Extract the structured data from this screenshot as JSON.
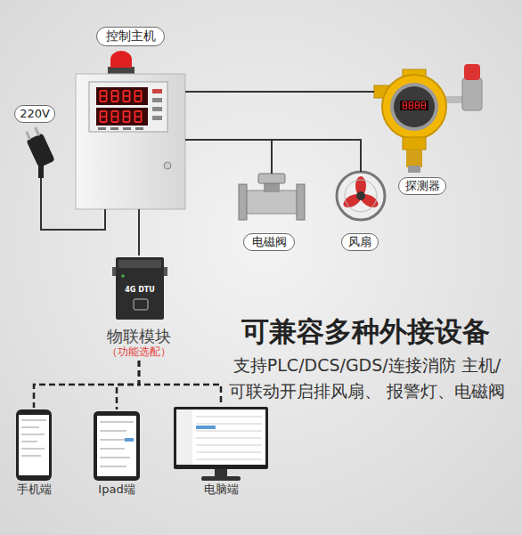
{
  "diagram": {
    "title": "可兼容多种外接设备",
    "caption": "支持PLC/DCS/GDS/连接消防 主机/可联动开启排风扇、 报警灯、电磁阀",
    "nodes": [
      {
        "text": [
          "控制主机"
        ]
      },
      {
        "text": [
          "220V"
        ]
      },
      {
        "text": [
          "探测器"
        ]
      },
      {
        "text": [
          "电磁阀"
        ]
      },
      {
        "text": [
          "风扇"
        ]
      },
      {
        "text": [
          "物联模块",
          "（功能选配）"
        ]
      },
      {
        "text": [
          "手机端"
        ]
      },
      {
        "text": [
          "Ipad端"
        ]
      },
      {
        "text": [
          "电脑端"
        ]
      }
    ],
    "edges": [
      {
        "from": 0,
        "to": 1,
        "arrow": "none"
      },
      {
        "from": 0,
        "to": 2,
        "arrow": "none"
      },
      {
        "from": 0,
        "to": 3,
        "arrow": "none"
      },
      {
        "from": 0,
        "to": 4,
        "arrow": "none"
      },
      {
        "from": 0,
        "to": 5,
        "arrow": "none"
      },
      {
        "from": 5,
        "to": 6,
        "arrow": "none"
      },
      {
        "from": 5,
        "to": 7,
        "arrow": "none"
      },
      {
        "from": 5,
        "to": 8,
        "arrow": "none"
      }
    ],
    "labels": [
      "4G DTU"
    ]
  }
}
